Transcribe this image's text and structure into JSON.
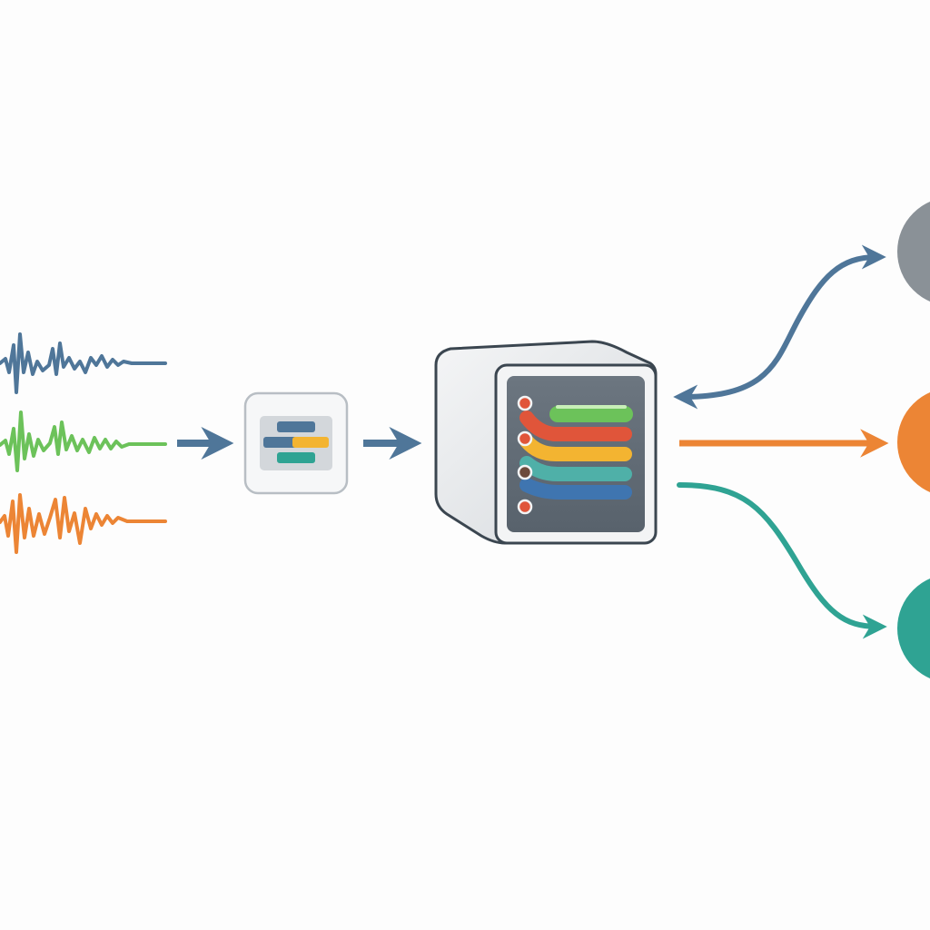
{
  "colors": {
    "background": "#fdfdfd",
    "blue": "#4f7699",
    "green": "#6cc25a",
    "orange": "#ec8535",
    "teal": "#2fa393",
    "gray": "#8a9197",
    "red": "#e0553a",
    "yellow": "#f3b431",
    "outline": "#3b4650"
  },
  "diagram": {
    "input_signals": [
      {
        "name": "signal-blue",
        "color": "#4f7699"
      },
      {
        "name": "signal-green",
        "color": "#6cc25a"
      },
      {
        "name": "signal-orange",
        "color": "#ec8535"
      }
    ],
    "preprocessor_bars": [
      "#4f7699",
      "#f3b431",
      "#2fa393"
    ],
    "processor_bands": [
      "#6cc25a",
      "#e0553a",
      "#f3b431",
      "#4fb0a8",
      "#3f75b0"
    ],
    "outputs": [
      {
        "name": "output-gray",
        "color": "#8a9197",
        "direction": "bidirectional"
      },
      {
        "name": "output-orange",
        "color": "#ec8535",
        "direction": "forward"
      },
      {
        "name": "output-teal",
        "color": "#2fa393",
        "direction": "forward"
      }
    ]
  }
}
